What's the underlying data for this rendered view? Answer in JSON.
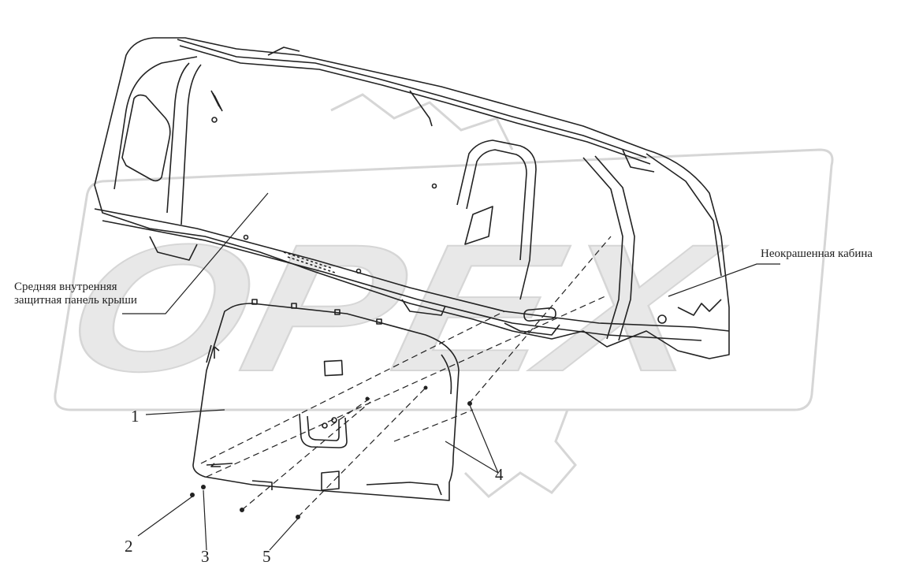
{
  "watermark": {
    "text": "OPEX",
    "color": "#d6d6d6"
  },
  "labels": {
    "roof_panel_line1": "Средняя внутренняя",
    "roof_panel_line2": "защитная панель крыши",
    "cab": "Неокрашенная кабина"
  },
  "callouts": [
    "1",
    "2",
    "3",
    "4",
    "5"
  ],
  "colors": {
    "line": "#222222",
    "watermark": "#d6d6d6"
  }
}
